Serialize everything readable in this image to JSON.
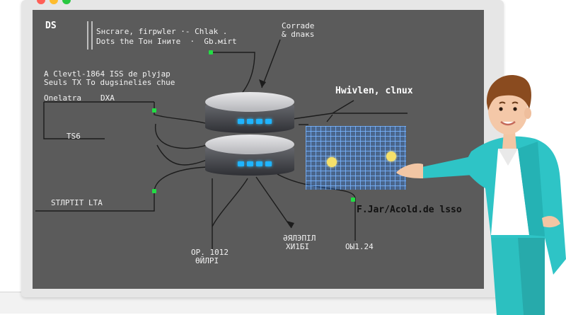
{
  "window_controls": {
    "colors": [
      "#ff5f57",
      "#febc2e",
      "#28c840"
    ]
  },
  "diagram": {
    "top_left_heading": "DS",
    "top_note_line1": "Sнсгаге, firрwlеr ·- Chlаk .",
    "top_note_line2": "Dots thе Tон Iните  ·  Gb.мirt",
    "top_right_label_line1": "Cоrrаdе",
    "top_right_label_line2": "& dnaкs",
    "left_line1": "A Clevtl-1864 ISS de рlyjap",
    "left_line2": "Seuls TX To dugsinelies chue",
    "left_sub_label": "Onelatra",
    "left_sub_value": "DХА",
    "left_box_label": "TS6",
    "right_label": "Hwivlen, clnux",
    "lower_left_label": "ЅТЛРТІТ LТА",
    "bottom_label_1_line1": "ОР. 1012",
    "bottom_label_1_line2": "ӨЙЛРІ",
    "bottom_label_2_line1": "ӘЯЛЭПІЛ",
    "bottom_label_2_line2": "ХИ1БІ",
    "bottom_label_3": "ОЫ1.24",
    "grid_caption": "F.Jar/Aсold.de lsso"
  }
}
